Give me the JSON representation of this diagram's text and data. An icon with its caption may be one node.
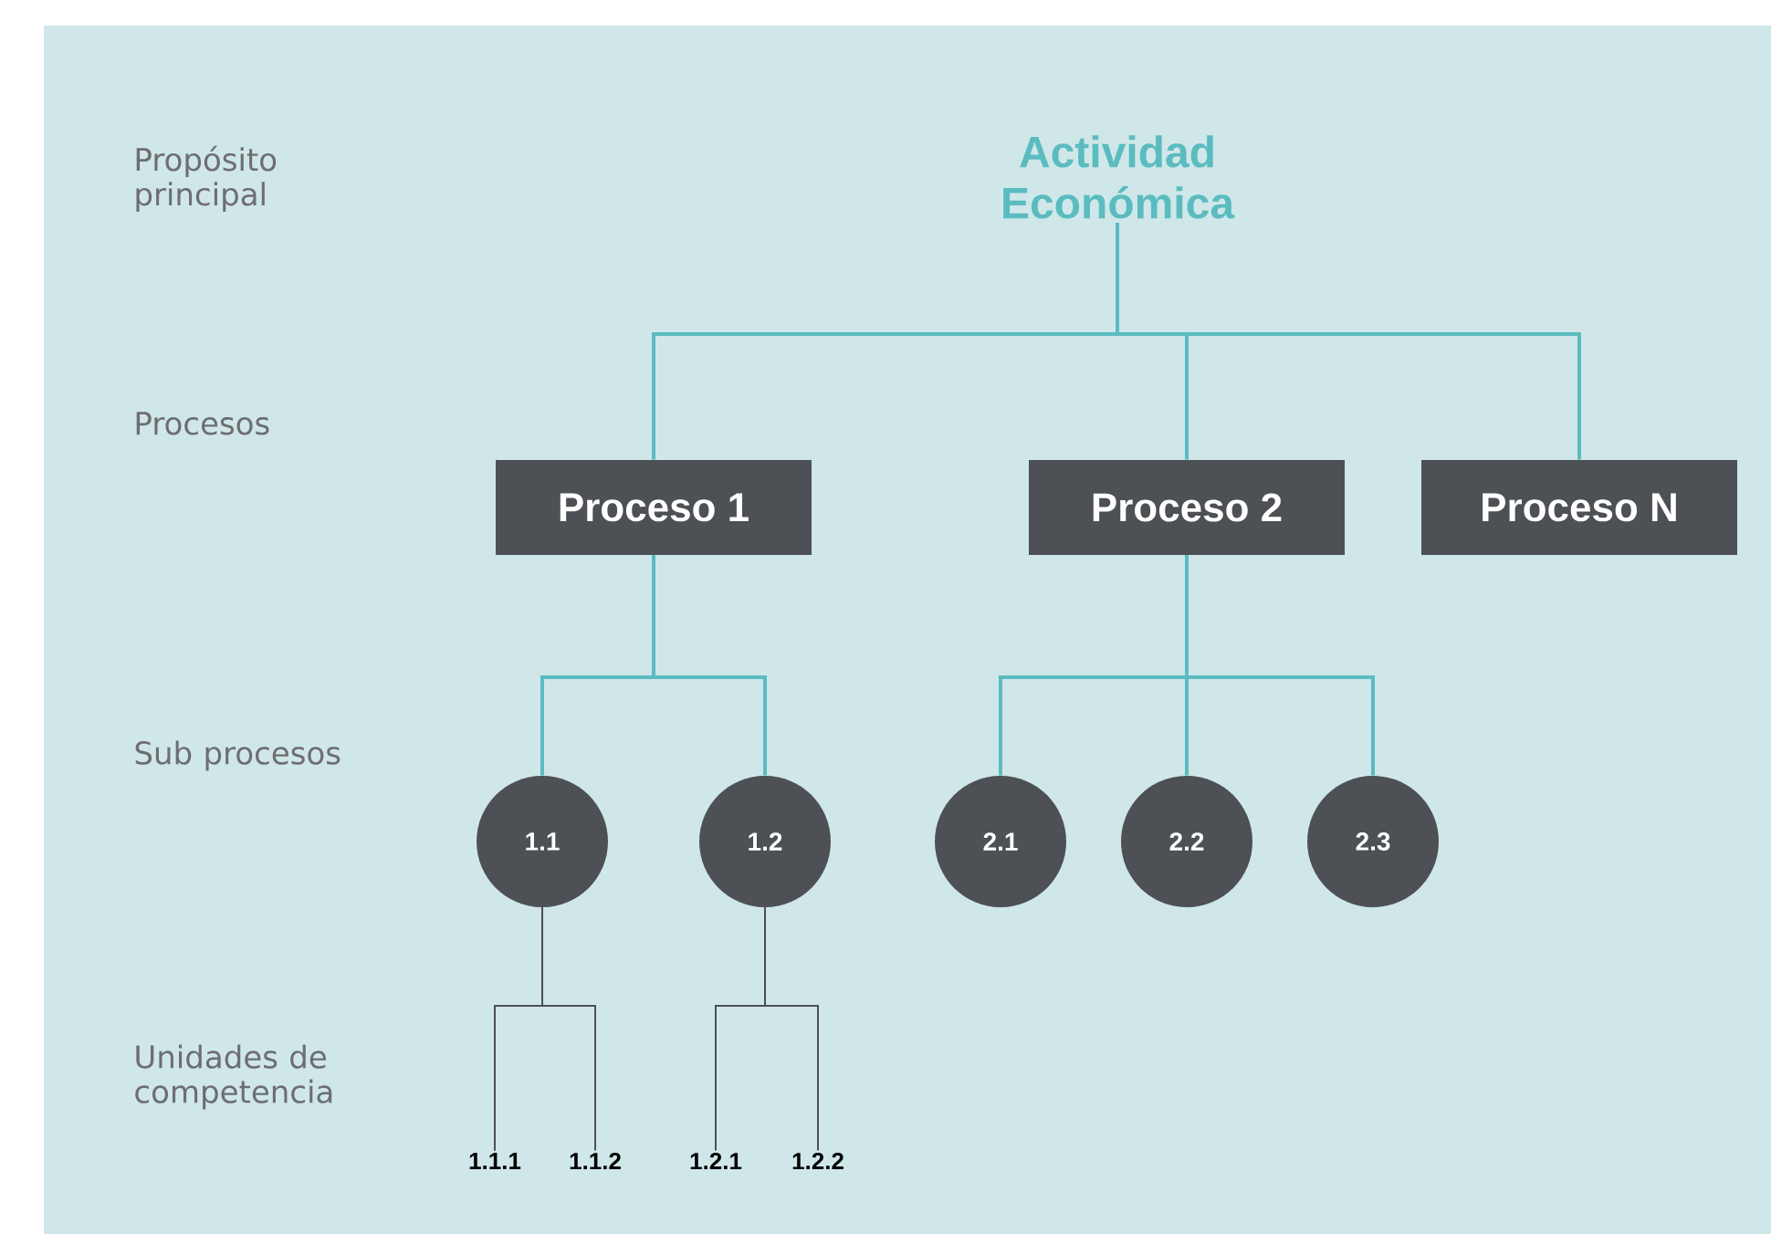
{
  "diagram": {
    "nodes": [
      {
        "text": [
          "Actividad Económica"
        ]
      },
      {
        "text": [
          "Proceso 1"
        ]
      },
      {
        "text": [
          "Proceso 2"
        ]
      },
      {
        "text": [
          "Proceso N"
        ]
      },
      {
        "text": [
          "1.1"
        ]
      },
      {
        "text": [
          "1.2"
        ]
      },
      {
        "text": [
          "2.1"
        ]
      },
      {
        "text": [
          "2.2"
        ]
      },
      {
        "text": [
          "2.3"
        ]
      },
      {
        "text": [
          "1.1.1"
        ]
      },
      {
        "text": [
          "1.1.2"
        ]
      },
      {
        "text": [
          "1.2.1"
        ]
      },
      {
        "text": [
          "1.2.2"
        ]
      }
    ],
    "edges": [
      {
        "from": 0,
        "to": 1,
        "arrow": "none"
      },
      {
        "from": 0,
        "to": 2,
        "arrow": "none"
      },
      {
        "from": 0,
        "to": 3,
        "arrow": "none"
      },
      {
        "from": 1,
        "to": 4,
        "arrow": "none"
      },
      {
        "from": 1,
        "to": 5,
        "arrow": "none"
      },
      {
        "from": 2,
        "to": 6,
        "arrow": "none"
      },
      {
        "from": 2,
        "to": 7,
        "arrow": "none"
      },
      {
        "from": 2,
        "to": 8,
        "arrow": "none"
      },
      {
        "from": 4,
        "to": 9,
        "arrow": "none",
        "color": "#4d5054"
      },
      {
        "from": 4,
        "to": 10,
        "arrow": "none",
        "color": "#4d5054"
      },
      {
        "from": 5,
        "to": 11,
        "arrow": "none",
        "color": "#4d5054"
      },
      {
        "from": 5,
        "to": 12,
        "arrow": "none",
        "color": "#4d5054"
      }
    ],
    "labels": [
      "Propósito principal",
      "Procesos",
      "Sub procesos",
      "Unidades de competencia"
    ]
  }
}
